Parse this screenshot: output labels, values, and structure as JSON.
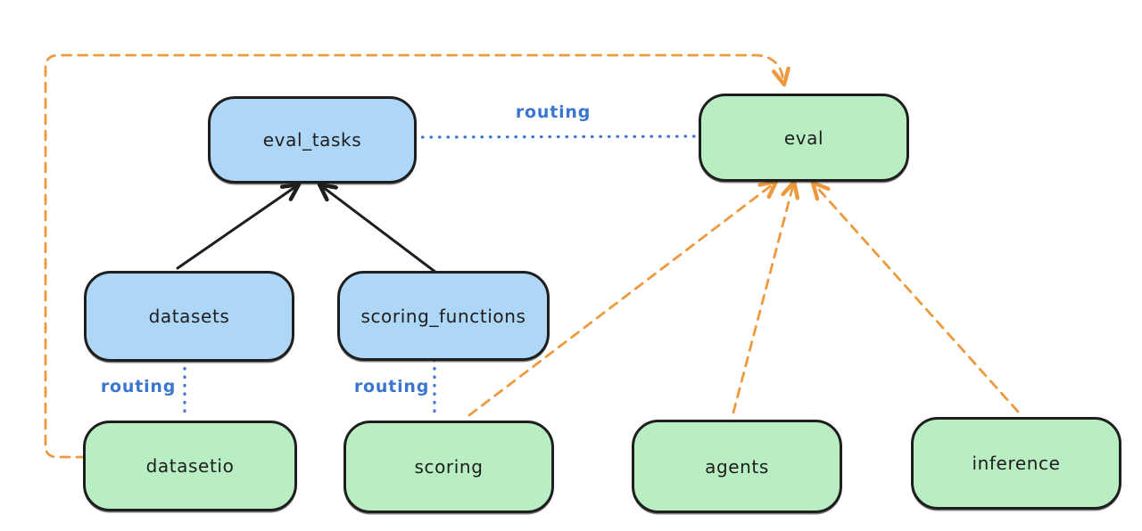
{
  "diagram": {
    "title": "llama-stack eval APIs and provider routing diagram",
    "colors": {
      "node_blue_fill": "#aed6f6",
      "node_green_fill": "#b9eec3",
      "node_border": "#1e1e1e",
      "routing_blue": "#3a75cf",
      "provider_orange": "#ec9a3d",
      "arrow_black": "#1e1e1e",
      "canvas_bg": "#ffffff"
    },
    "nodes": [
      {
        "id": "eval_tasks",
        "label": "eval_tasks",
        "color": "blue"
      },
      {
        "id": "eval",
        "label": "eval",
        "color": "green"
      },
      {
        "id": "datasets",
        "label": "datasets",
        "color": "blue"
      },
      {
        "id": "scoring_functions",
        "label": "scoring_functions",
        "color": "blue"
      },
      {
        "id": "datasetio",
        "label": "datasetio",
        "color": "green"
      },
      {
        "id": "scoring",
        "label": "scoring",
        "color": "green"
      },
      {
        "id": "agents",
        "label": "agents",
        "color": "green"
      },
      {
        "id": "inference",
        "label": "inference",
        "color": "green"
      }
    ],
    "edge_labels": [
      {
        "id": "routing-eval-tasks-eval",
        "text": "routing"
      },
      {
        "id": "routing-datasets-datasetio",
        "text": "routing"
      },
      {
        "id": "routing-scoring-functions-scoring",
        "text": "routing"
      }
    ],
    "edges": [
      {
        "from": "datasets",
        "to": "eval_tasks",
        "style": "solid-arrow",
        "color": "black"
      },
      {
        "from": "scoring_functions",
        "to": "eval_tasks",
        "style": "solid-arrow",
        "color": "black"
      },
      {
        "from": "eval_tasks",
        "to": "eval",
        "style": "dotted",
        "label": "routing",
        "color": "blue"
      },
      {
        "from": "datasets",
        "to": "datasetio",
        "style": "dotted",
        "label": "routing",
        "color": "blue"
      },
      {
        "from": "scoring_functions",
        "to": "scoring",
        "style": "dotted",
        "label": "routing",
        "color": "blue"
      },
      {
        "from": "datasetio",
        "to": "eval",
        "style": "dashed-arrow",
        "color": "orange"
      },
      {
        "from": "scoring",
        "to": "eval",
        "style": "dashed-arrow",
        "color": "orange"
      },
      {
        "from": "agents",
        "to": "eval",
        "style": "dashed-arrow",
        "color": "orange"
      },
      {
        "from": "inference",
        "to": "eval",
        "style": "dashed-arrow",
        "color": "orange"
      }
    ]
  }
}
